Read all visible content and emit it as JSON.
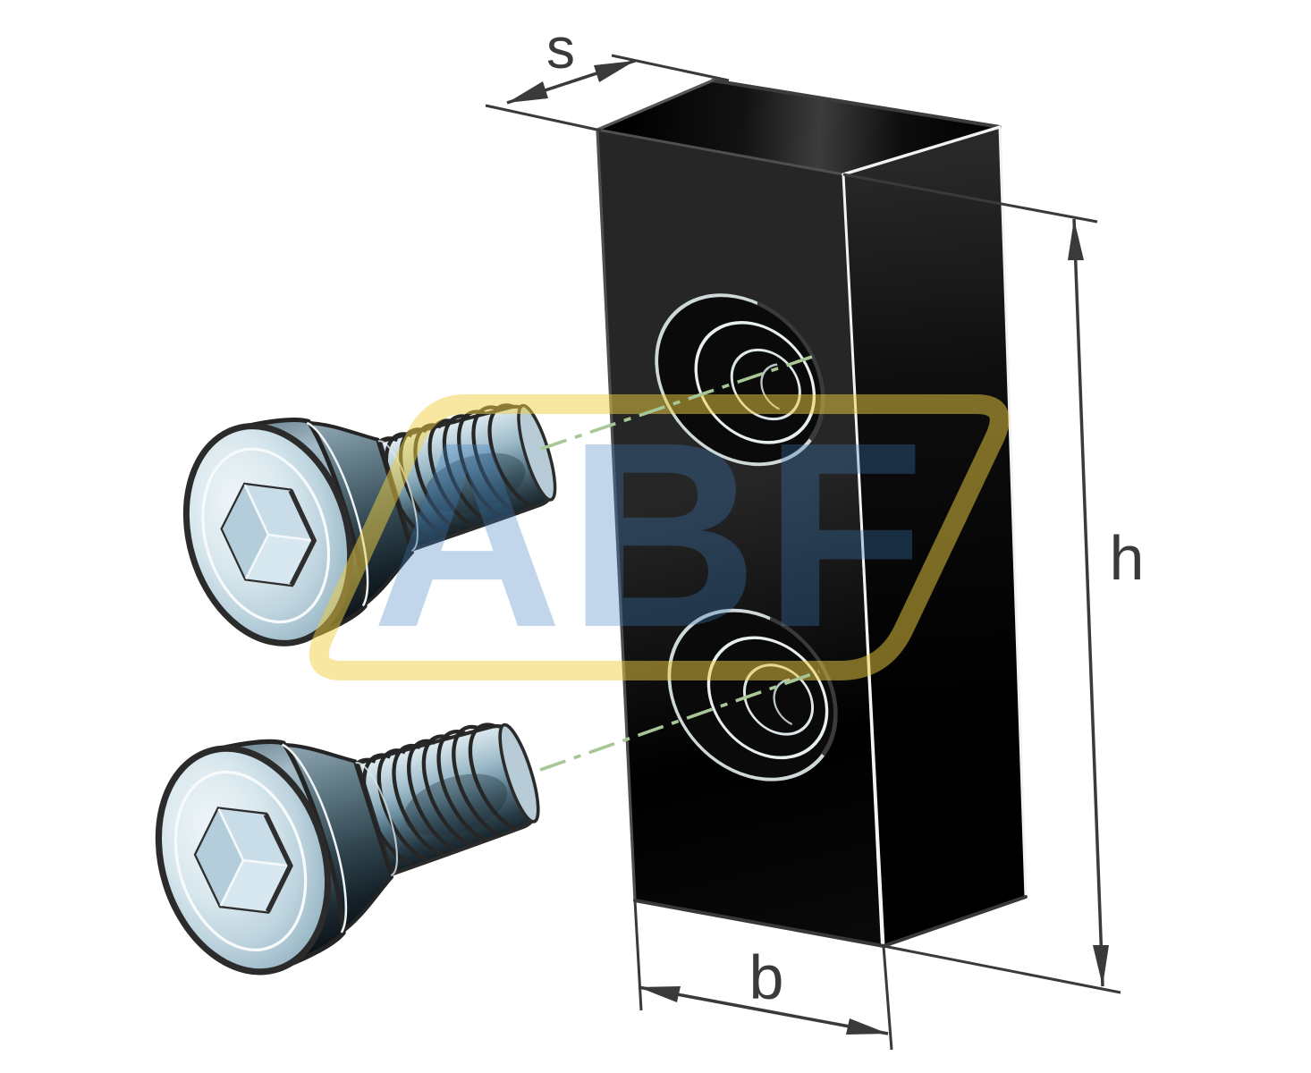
{
  "drawing": {
    "labels": {
      "s": "s",
      "h": "h",
      "b": "b"
    },
    "watermark": {
      "text": "ABF"
    },
    "colors": {
      "background": "#ffffff",
      "block_fill": "#0a0a0a",
      "edge_highlight": "#f2f2f2",
      "edge_shadow": "#3d3d3d",
      "dimension_lines": "#3a3a3a",
      "centerline_green": "#a8c796",
      "screw_steel_light": "#d9e8ee",
      "screw_steel_dark": "#233039",
      "watermark_gold": "#f0d041",
      "watermark_blue": "#3f7fbe"
    }
  }
}
